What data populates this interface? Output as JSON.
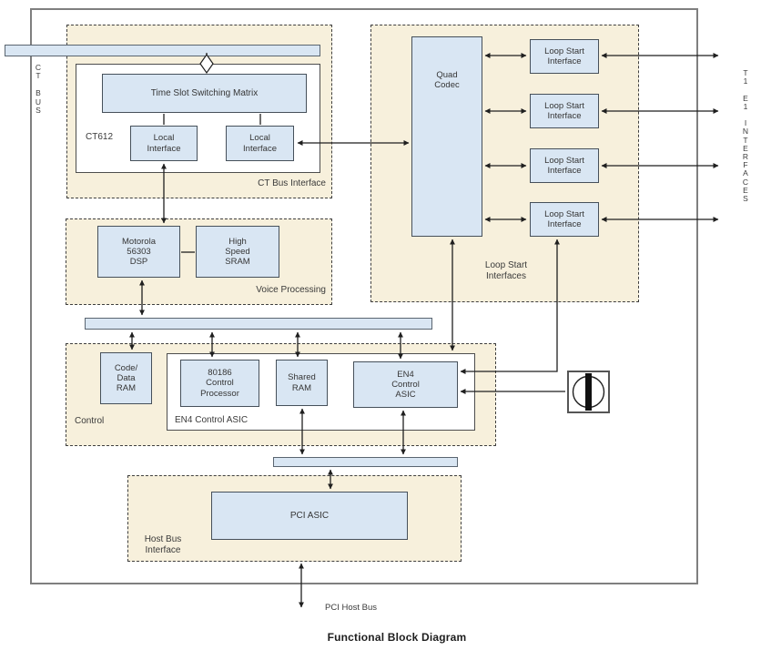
{
  "title": "Functional Block Diagram",
  "colors": {
    "section_fill": "#f7f0dc",
    "component_fill": "#d9e6f3",
    "component_border": "#46505a",
    "frame_border": "#7f7f7f",
    "connector": "#1f1f1f"
  },
  "ct_bus": {
    "label": "C\nT\n\nB\nU\nS"
  },
  "t1e1": {
    "label": "T\n1\n\nE\n1\n\nI\nN\nT\nE\nR\nF\nA\nC\nE\nS"
  },
  "ct_bus_interface": {
    "section_label": "CT Bus Interface",
    "chip_label": "CT612",
    "matrix_label": "Time Slot Switching Matrix",
    "local_interface_1": "Local\nInterface",
    "local_interface_2": "Local\nInterface"
  },
  "voice_processing": {
    "section_label": "Voice Processing",
    "dsp_label": "Motorola\n56303\nDSP",
    "sram_label": "High\nSpeed\nSRAM"
  },
  "control": {
    "section_label": "Control",
    "code_data_ram_label": "Code/\nData\nRAM",
    "asic_group_label": "EN4 Control ASIC",
    "processor_label": "80186\nControl\nProcessor",
    "shared_ram_label": "Shared\nRAM",
    "en4_asic_label": "EN4\nControl\nASIC"
  },
  "loop_start": {
    "section_label": "Loop Start\nInterfaces",
    "quad_codec_label": "Quad\nCodec",
    "interfaces": [
      "Loop Start\nInterface",
      "Loop Start\nInterface",
      "Loop Start\nInterface",
      "Loop Start\nInterface"
    ]
  },
  "host_bus": {
    "section_label": "Host Bus\nInterface",
    "pci_asic_label": "PCI ASIC",
    "pci_host_bus_label": "PCI Host Bus"
  }
}
